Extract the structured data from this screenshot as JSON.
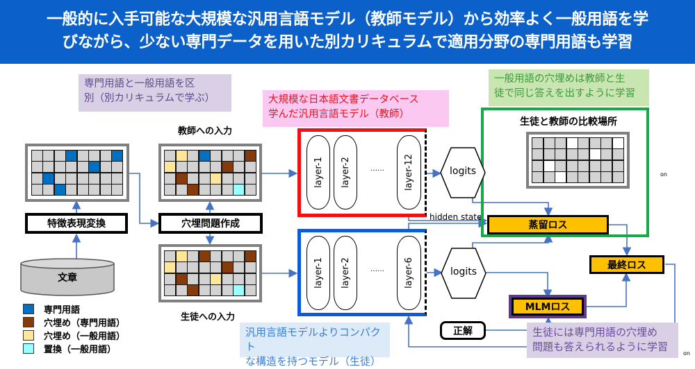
{
  "header": {
    "line1": "一般的に入手可能な大規模な汎用言語モデル（教師モデル）から効率よく一般用語を学",
    "line2": "びながら、少ない専門データを用いた別カリキュラムで適用分野の専門用語も学習"
  },
  "notes": {
    "purple": [
      "専門用語と一般用語を区",
      "別（別カリキュラムで学ぶ）"
    ],
    "pink": [
      "大規模な日本語文書データベース",
      "学んだ汎用言語モデル（教師）"
    ],
    "green": [
      "一般用語の穴埋めは教師と生",
      "徒で同じ答えを出すように学習"
    ],
    "blue": [
      "汎用言語モデルよりコンパクト",
      "な構造を持つモデル（生徒）"
    ],
    "lavender": [
      "生徒には専門用語の穴埋め",
      "問題も答えられるように学習"
    ]
  },
  "labels": {
    "teacher_input": "教師への入力",
    "student_input": "生徒への入力",
    "compare": "生徒と教師の比較場所",
    "hidden_state": "hidden state",
    "on1": "on",
    "on2": "on"
  },
  "process": {
    "feature": "特徴表現変換",
    "cloze": "穴埋問題作成",
    "document": "文章",
    "answer": "正解"
  },
  "teacher": {
    "layers": [
      "layer-1",
      "layer-2",
      "layer-12"
    ],
    "dots": "……",
    "logits": "logits"
  },
  "student": {
    "layers": [
      "layer-1",
      "layer-2",
      "layer-6"
    ],
    "dots": "……",
    "logits": "logits"
  },
  "losses": {
    "distill": "蒸留ロス",
    "final": "最終ロス",
    "mlm": "MLMロス"
  },
  "grids": {
    "original": [
      "gggbgggb",
      "gggggbgg",
      "gbgggggg",
      "ggbggggg"
    ],
    "teacher": [
      "gygbgggr",
      "yggggrgg",
      "grggyggg",
      "ggrgggcg"
    ],
    "student": [
      "gygrgggr",
      "yggggrgg",
      "grggyggg",
      "ggrgggcg"
    ],
    "compare": [
      "gggwgggw",
      "gggggwgg",
      "gwgggggg",
      "ggwggggg"
    ]
  },
  "legend": [
    {
      "label": "専門用語",
      "color": "#0070c0"
    },
    {
      "label": "穴埋め（専門用語）",
      "color": "#843c0c"
    },
    {
      "label": "穴埋め（一般用語）",
      "color": "#ffe699"
    },
    {
      "label": "置換（一般用語）",
      "color": "#99ffff"
    }
  ]
}
